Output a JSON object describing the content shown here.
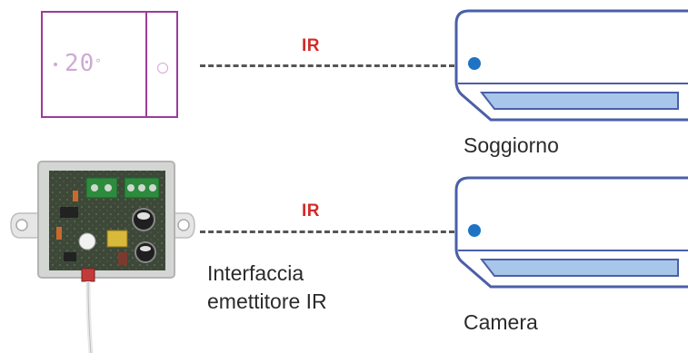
{
  "thermostat": {
    "display": "20"
  },
  "links": [
    {
      "label": "IR"
    },
    {
      "label": "IR"
    }
  ],
  "units": [
    {
      "name": "Soggiorno"
    },
    {
      "name": "Camera"
    }
  ],
  "module": {
    "label_line1": "Interfaccia",
    "label_line2": "emettitore IR"
  },
  "colors": {
    "thermostat_frame": "#9b3c9b",
    "ir_text": "#d42a2a",
    "ac_outline": "#4b5fa8",
    "ac_led": "#1f73c4",
    "ac_vent": "#a8c6ea"
  }
}
